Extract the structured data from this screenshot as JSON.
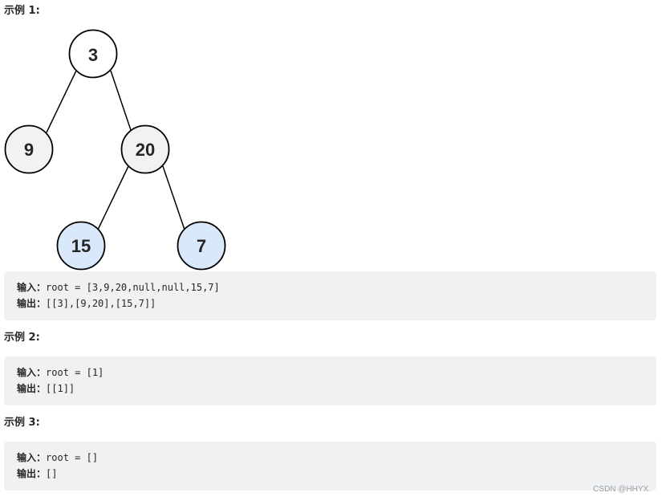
{
  "examples": [
    {
      "heading": "示例 1:",
      "input_label": "输入：",
      "input_value": "root = [3,9,20,null,null,15,7]",
      "output_label": "输出：",
      "output_value": "[[3],[9,20],[15,7]]"
    },
    {
      "heading": "示例 2:",
      "input_label": "输入：",
      "input_value": "root = [1]",
      "output_label": "输出：",
      "output_value": "[[1]]"
    },
    {
      "heading": "示例 3:",
      "input_label": "输入：",
      "input_value": "root = []",
      "output_label": "输出：",
      "output_value": "[]"
    }
  ],
  "tree": {
    "nodes": [
      {
        "value": "3",
        "fill": "#ffffff"
      },
      {
        "value": "9",
        "fill": "#f2f2f2"
      },
      {
        "value": "20",
        "fill": "#f2f2f2"
      },
      {
        "value": "15",
        "fill": "#dae8fc"
      },
      {
        "value": "7",
        "fill": "#dae8fc"
      }
    ],
    "edges": [
      [
        "3",
        "9"
      ],
      [
        "3",
        "20"
      ],
      [
        "20",
        "15"
      ],
      [
        "20",
        "7"
      ]
    ]
  },
  "watermark": "CSDN @HHYX."
}
